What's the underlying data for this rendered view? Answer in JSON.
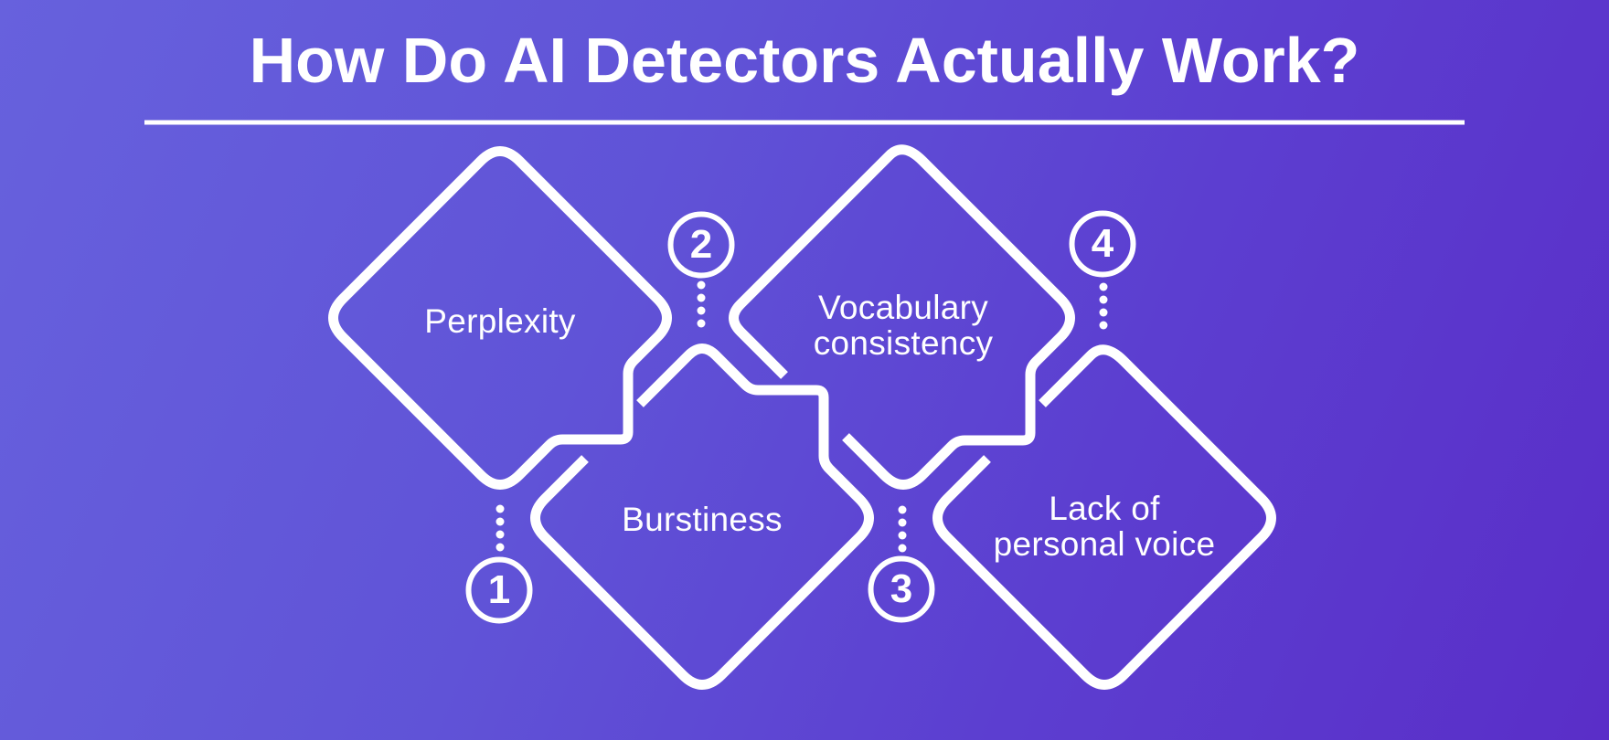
{
  "title": {
    "text": "How Do AI Detectors Actually Work?"
  },
  "steps": [
    {
      "number": "1",
      "lines": [
        "Perplexity"
      ]
    },
    {
      "number": "2",
      "lines": [
        "Burstiness"
      ]
    },
    {
      "number": "3",
      "lines": [
        "Vocabulary",
        "consistency"
      ]
    },
    {
      "number": "4",
      "lines": [
        "Lack of",
        "personal voice"
      ]
    }
  ],
  "colors": {
    "background_gradient_start": "#6761dd",
    "background_gradient_end": "#5a2ec8",
    "foreground": "#ffffff"
  }
}
